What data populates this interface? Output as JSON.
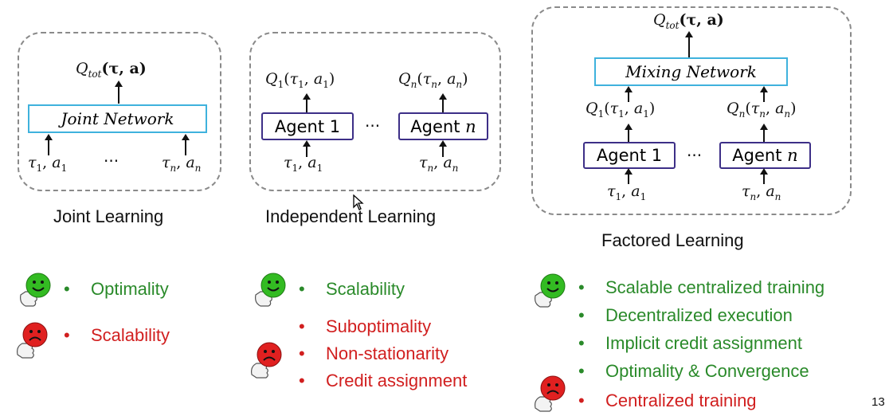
{
  "joint": {
    "output": {
      "q": "Q",
      "sub": "tot",
      "args": "(τ, a)"
    },
    "network_label": "Joint Network",
    "inputs": {
      "first": {
        "t": "τ",
        "ts": "1",
        "a": "a",
        "as": "1"
      },
      "last": {
        "t": "τ",
        "ts": "n",
        "a": "a",
        "as": "n"
      }
    },
    "ellipsis": "···",
    "caption": "Joint Learning",
    "pros": [
      "Optimality"
    ],
    "cons": [
      "Scalability"
    ]
  },
  "independent": {
    "outputs": {
      "first": {
        "q": "Q",
        "sub": "1",
        "t": "τ",
        "ts": "1",
        "a": "a",
        "as": "1"
      },
      "last": {
        "q": "Q",
        "sub": "n",
        "t": "τ",
        "ts": "n",
        "a": "a",
        "as": "n"
      }
    },
    "agent1_label": "Agent 1",
    "agentn_label": "Agent",
    "agentn_var": "n",
    "inputs": {
      "first": {
        "t": "τ",
        "ts": "1",
        "a": "a",
        "as": "1"
      },
      "last": {
        "t": "τ",
        "ts": "n",
        "a": "a",
        "as": "n"
      }
    },
    "ellipsis": "···",
    "caption": "Independent Learning",
    "pros": [
      "Scalability"
    ],
    "cons": [
      "Suboptimality",
      "Non-stationarity",
      "Credit assignment"
    ]
  },
  "factored": {
    "output": {
      "q": "Q",
      "sub": "tot",
      "args": "(τ, a)"
    },
    "mixing_label": "Mixing Network",
    "outputs": {
      "first": {
        "q": "Q",
        "sub": "1",
        "t": "τ",
        "ts": "1",
        "a": "a",
        "as": "1"
      },
      "last": {
        "q": "Q",
        "sub": "n",
        "t": "τ",
        "ts": "n",
        "a": "a",
        "as": "n"
      }
    },
    "agent1_label": "Agent 1",
    "agentn_label": "Agent",
    "agentn_var": "n",
    "inputs": {
      "first": {
        "t": "τ",
        "ts": "1",
        "a": "a",
        "as": "1"
      },
      "last": {
        "t": "τ",
        "ts": "n",
        "a": "a",
        "as": "n"
      }
    },
    "ellipsis": "···",
    "caption": "Factored Learning",
    "pros": [
      "Scalable centralized training",
      "Decentralized execution",
      "Implicit credit assignment",
      "Optimality & Convergence"
    ],
    "cons": [
      "Centralized training"
    ]
  },
  "bullet": "•",
  "page_number": "13",
  "colors": {
    "pro": "#2a8a2a",
    "con": "#d11f1f",
    "network_border": "#3fb2dd",
    "agent_border": "#3d2f87",
    "dashed": "#8a8a8a",
    "happy_face": "#33bb22",
    "sad_face": "#e02020"
  },
  "icons": {
    "pro": "thumbs-up-smiley-icon",
    "con": "thumbs-down-frown-icon"
  }
}
